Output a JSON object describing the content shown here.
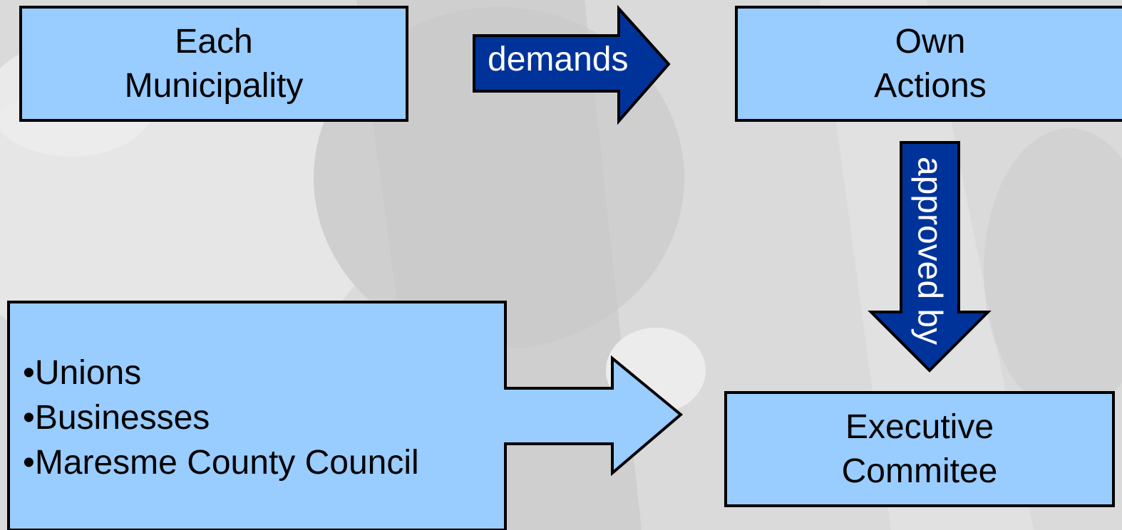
{
  "boxes": {
    "municipality": [
      "Each",
      "Municipality"
    ],
    "actions": [
      "Own",
      "Actions"
    ],
    "committee": [
      "Executive",
      "Commitee"
    ]
  },
  "stakeholders": [
    "Unions",
    "Businesses",
    "Maresme County Council"
  ],
  "arrows": {
    "demands": "demands",
    "approved_by": "approved by"
  },
  "colors": {
    "box_fill": "#99ccff",
    "arrow_fill": "#003399",
    "border": "#000000"
  }
}
